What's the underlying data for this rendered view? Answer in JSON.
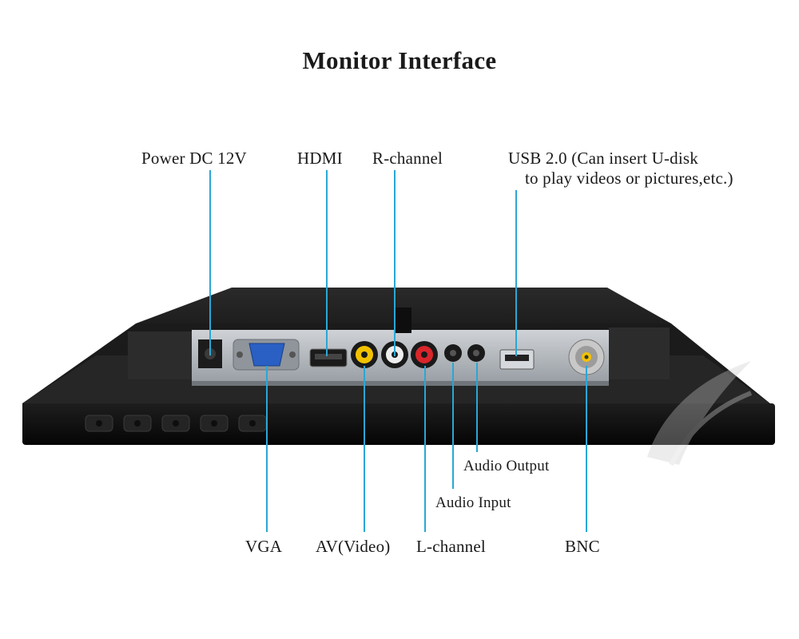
{
  "title": "Monitor Interface",
  "labels": {
    "power": "Power DC 12V",
    "hdmi": "HDMI",
    "r_channel": "R-channel",
    "usb_line1": "USB 2.0 (Can insert U-disk",
    "usb_line2": "to play videos or pictures,etc.)",
    "vga": "VGA",
    "av": "AV(Video)",
    "l_channel": "L-channel",
    "bnc": "BNC",
    "audio_output": "Audio Output",
    "audio_input": "Audio Input"
  },
  "colors": {
    "leader": "#2aa7d6",
    "chassis": "#151515",
    "av_yellow": "#f2c200",
    "r_red": "#d8262b",
    "vga_blue": "#2a5fc4"
  }
}
